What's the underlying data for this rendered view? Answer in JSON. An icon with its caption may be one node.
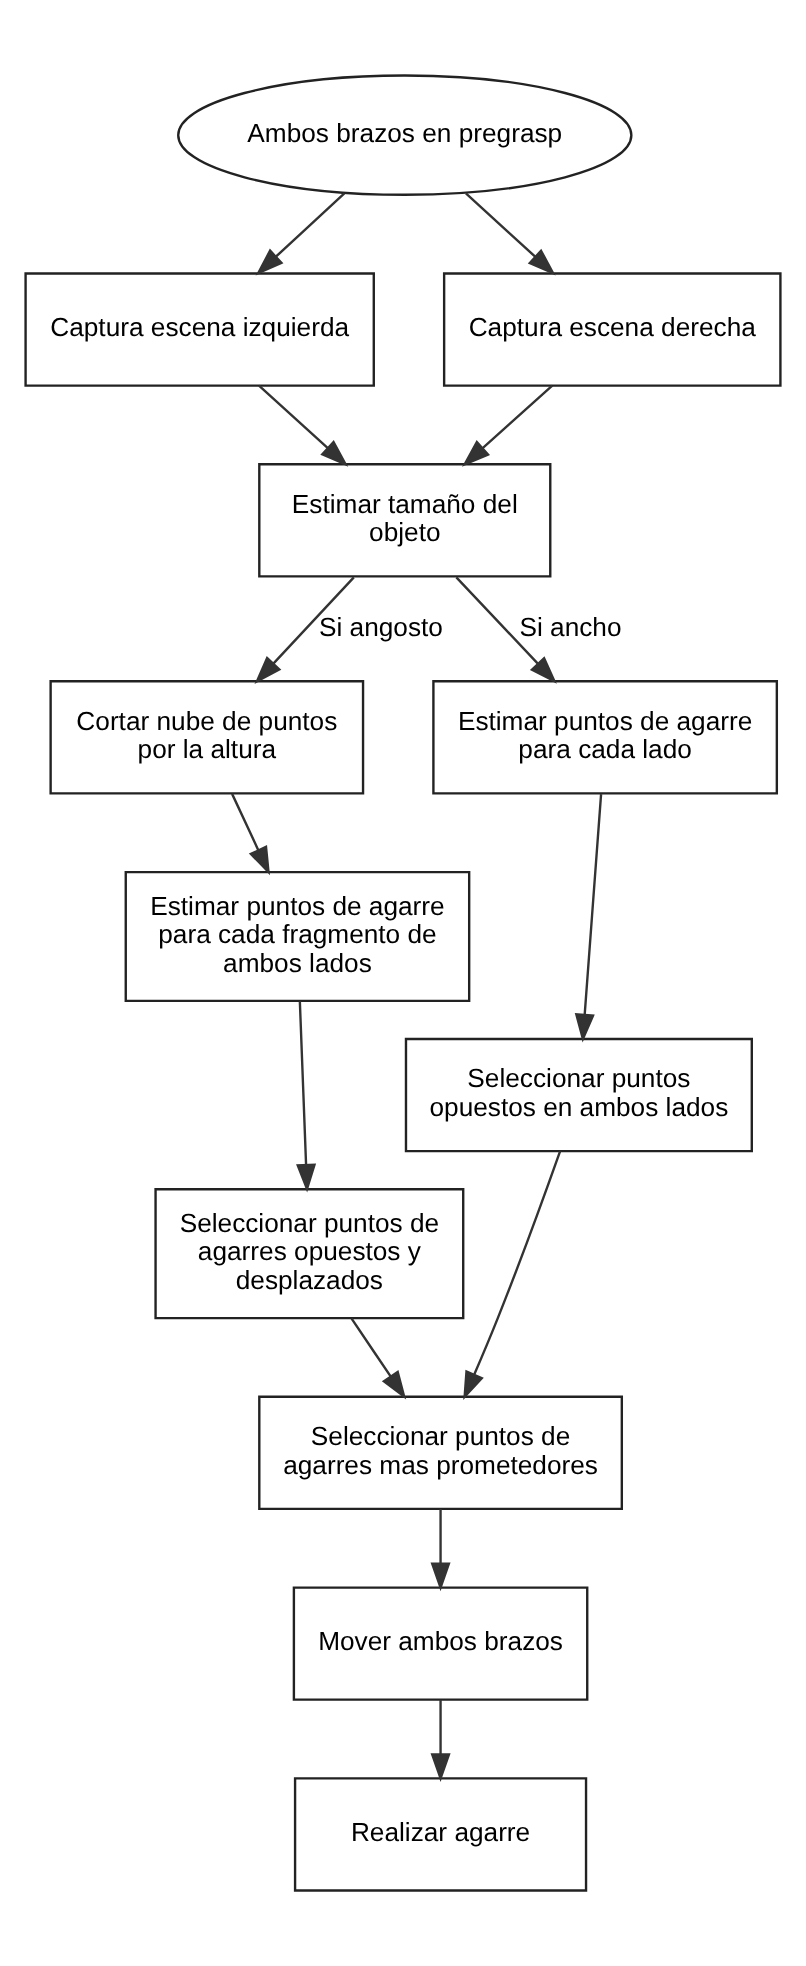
{
  "diagram": {
    "nodes": [
      {
        "text": [
          "Ambos brazos en pregrasp"
        ]
      },
      {
        "text": [
          "Captura escena izquierda"
        ]
      },
      {
        "text": [
          "Captura escena derecha"
        ]
      },
      {
        "text": [
          "Estimar tamaño del objeto"
        ]
      },
      {
        "text": [
          "Cortar nube de puntos por la altura"
        ]
      },
      {
        "text": [
          "Estimar puntos de agarre para cada lado"
        ]
      },
      {
        "text": [
          "Estimar puntos de agarre para cada fragmento de ambos lados"
        ]
      },
      {
        "text": [
          "Seleccionar puntos de agarres opuestos y desplazados"
        ]
      },
      {
        "text": [
          "Seleccionar puntos opuestos en ambos lados"
        ]
      },
      {
        "text": [
          "Seleccionar puntos de agarres mas prometedores"
        ]
      },
      {
        "text": [
          "Mover ambos brazos"
        ]
      },
      {
        "text": [
          "Realizar agarre"
        ]
      }
    ],
    "edges": [
      {
        "from": 0,
        "to": 1,
        "arrow": "to"
      },
      {
        "from": 0,
        "to": 2,
        "arrow": "to"
      },
      {
        "from": 1,
        "to": 3,
        "arrow": "to"
      },
      {
        "from": 2,
        "to": 3,
        "arrow": "to"
      },
      {
        "from": 3,
        "to": 4,
        "arrow": "to",
        "label": "Si angosto"
      },
      {
        "from": 3,
        "to": 5,
        "arrow": "to",
        "label": "Si ancho"
      },
      {
        "from": 4,
        "to": 6,
        "arrow": "to"
      },
      {
        "from": 6,
        "to": 7,
        "arrow": "to"
      },
      {
        "from": 5,
        "to": 8,
        "arrow": "to"
      },
      {
        "from": 7,
        "to": 9,
        "arrow": "to"
      },
      {
        "from": 8,
        "to": 9,
        "arrow": "to"
      },
      {
        "from": 9,
        "to": 10,
        "arrow": "to"
      },
      {
        "from": 10,
        "to": 11,
        "arrow": "to"
      }
    ]
  }
}
